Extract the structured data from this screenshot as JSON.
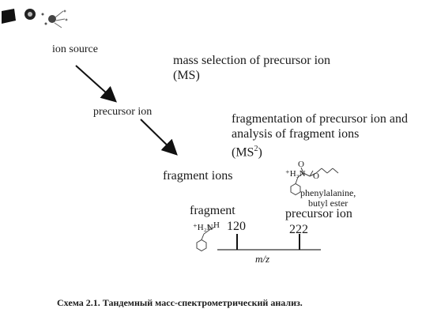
{
  "diagram": {
    "source_label": "ion source",
    "ms_text_line1": "mass selection of precursor ion",
    "ms_text_line2": "(MS)",
    "precursor_label": "precursor ion",
    "frag_text_line1": "fragmentation of precursor ion and",
    "frag_text_line2": "analysis of fragment ions",
    "frag_text_line3_prefix": "(MS",
    "frag_text_line3_sup": "2",
    "frag_text_line3_suffix": ")",
    "fragment_ions_label": "fragment ions",
    "fragment_label": "fragment",
    "fragment_mass": "120",
    "precursor_ion_label": "precursor ion",
    "precursor_mass": "222",
    "axis_label": "m/z",
    "compound_line1": "phenylalanine,",
    "compound_line2": "butyl ester"
  },
  "caption": "Схема 2.1. Тандемный масс-спектрометрический анализ."
}
